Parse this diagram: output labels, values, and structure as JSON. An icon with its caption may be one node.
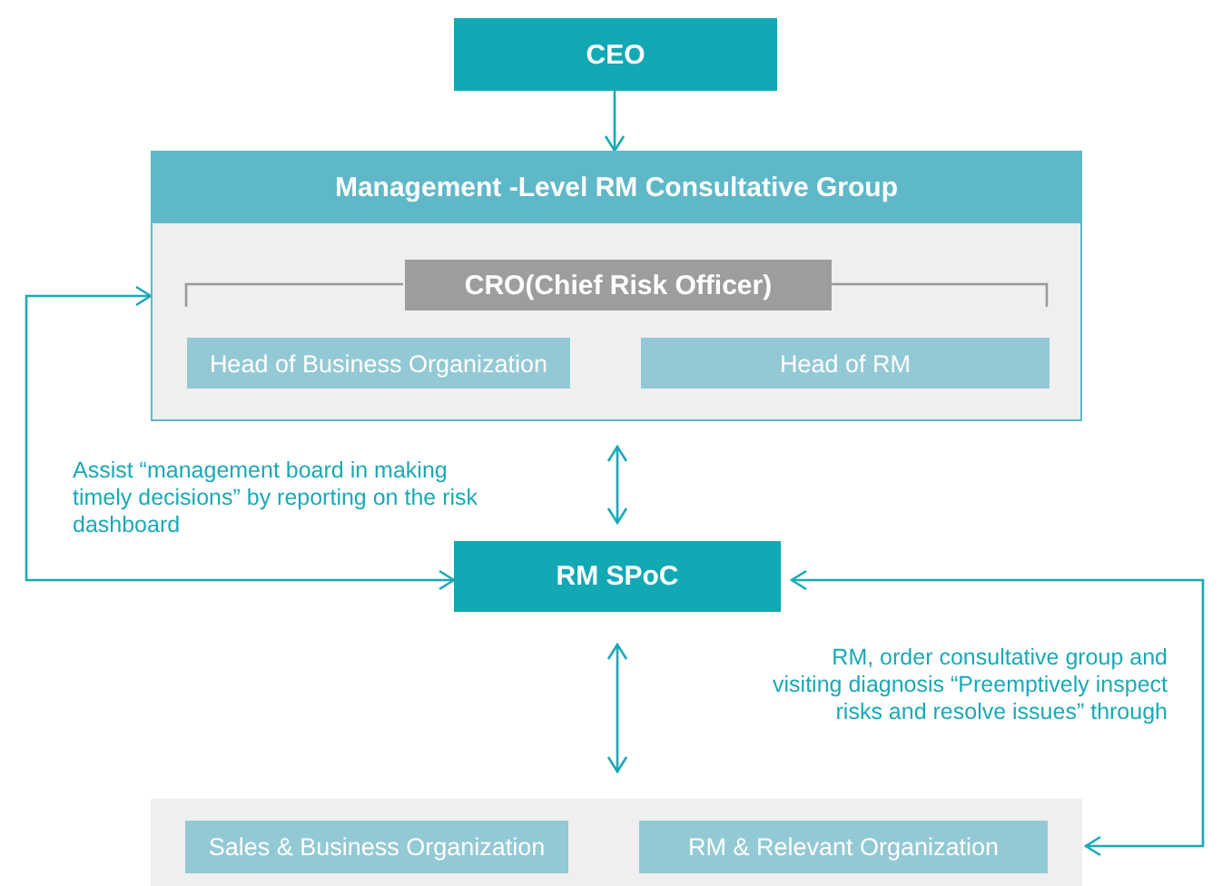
{
  "diagram": {
    "nodes": [
      {
        "text": [
          "CEO"
        ]
      },
      {
        "text": [
          "Management -Level RM Consultative Group"
        ]
      },
      {
        "text": [
          "CRO(Chief Risk Officer)"
        ],
        "in": 1
      },
      {
        "text": [
          "Head of Business Organization"
        ],
        "in": 1
      },
      {
        "text": [
          "Head of RM"
        ],
        "in": 1
      },
      {
        "text": [
          "RM SPoC"
        ]
      },
      {
        "text": [],
        "shape": "box"
      },
      {
        "text": [
          "Sales & Business Organization"
        ],
        "in": 6
      },
      {
        "text": [
          "RM & Relevant Organization"
        ],
        "in": 6
      }
    ],
    "edges": [
      {
        "from": 0,
        "to": 1,
        "arrow": "to"
      },
      {
        "from": 1,
        "to": 5,
        "arrow": "both"
      },
      {
        "from": 5,
        "to": 1,
        "arrow": "both",
        "label": "Assist “management board in making timely decisions” by reporting on the risk dashboard"
      },
      {
        "from": 5,
        "to": 6,
        "arrow": "both"
      },
      {
        "from": 5,
        "to": 6,
        "arrow": "both",
        "label": "RM, order consultative group and visiting diagnosis “Preemptively inspect risks and resolve issues” through"
      }
    ]
  }
}
